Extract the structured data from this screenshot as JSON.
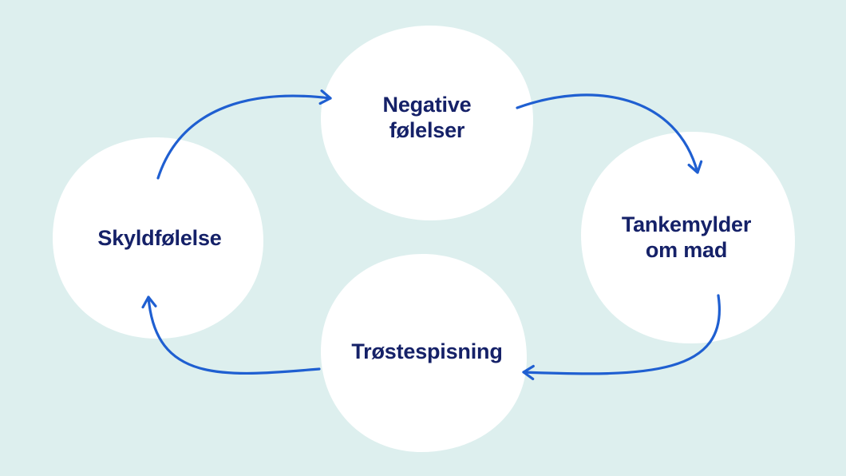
{
  "colors": {
    "background": "#ddefee",
    "blob": "#ffffff",
    "arrow": "#1f5fd1",
    "text": "#152168"
  },
  "nodes": [
    {
      "id": "negative",
      "label": "Negative\nfølelser"
    },
    {
      "id": "tankemylder",
      "label": "Tankemylder\nom mad"
    },
    {
      "id": "trostespisning",
      "label": "Trøstespisning"
    },
    {
      "id": "skyldfolelse",
      "label": "Skyldfølelse"
    }
  ],
  "edges": [
    {
      "from": "negative",
      "to": "tankemylder"
    },
    {
      "from": "tankemylder",
      "to": "trostespisning"
    },
    {
      "from": "trostespisning",
      "to": "skyldfolelse"
    },
    {
      "from": "skyldfolelse",
      "to": "negative"
    }
  ]
}
